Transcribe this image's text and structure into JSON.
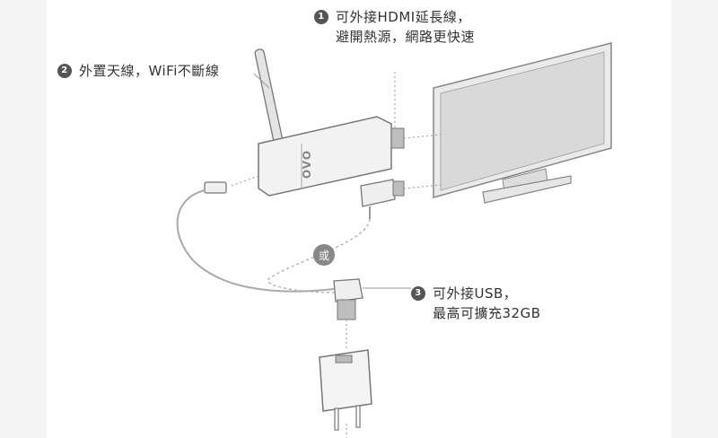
{
  "callouts": [
    {
      "num": "1",
      "lines": [
        "可外接HDMI延長線，",
        "避開熱源，網路更快速"
      ]
    },
    {
      "num": "2",
      "lines": [
        "外置天線，WiFi不斷線"
      ]
    },
    {
      "num": "3",
      "lines": [
        "可外接USB，",
        "最高可擴充32GB"
      ]
    }
  ],
  "or_label": "或",
  "device_brand": "OVO",
  "colors": {
    "line": "#9a9a9a",
    "device": "#efefef",
    "tv": "#e9e9e9",
    "badge": "#555555",
    "or_badge": "#888888"
  }
}
